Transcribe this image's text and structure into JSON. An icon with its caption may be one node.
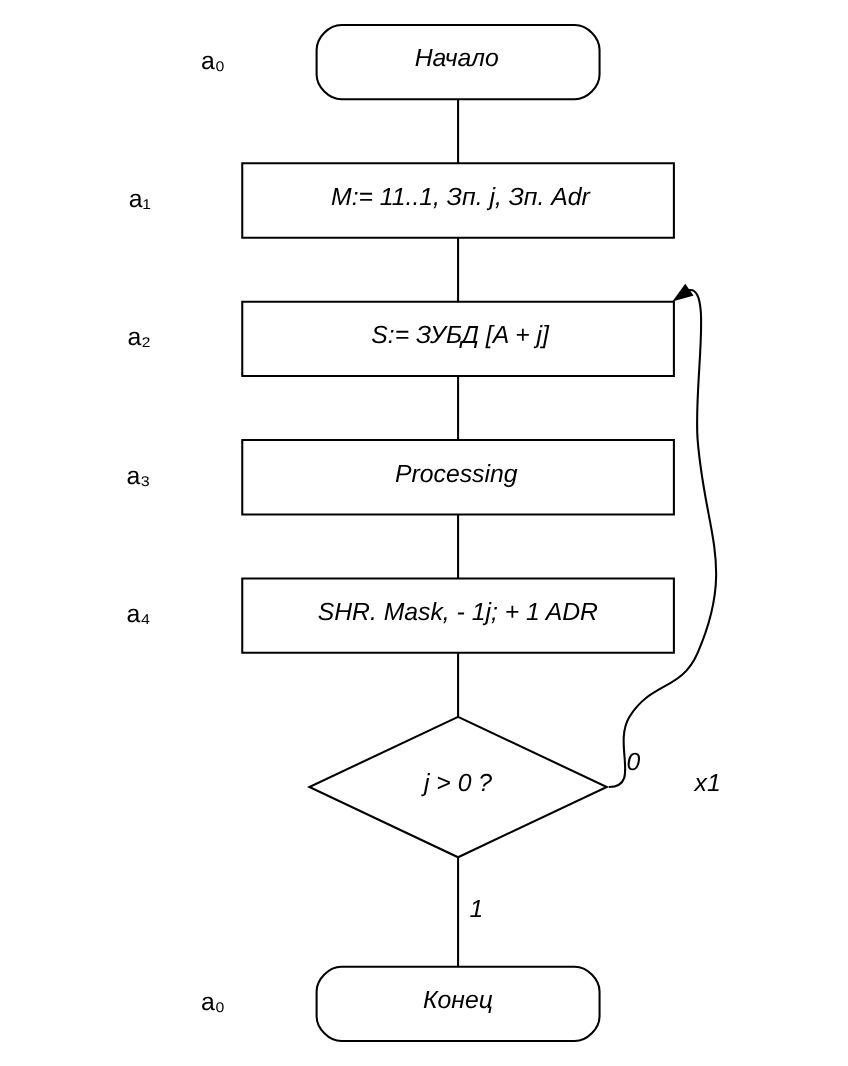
{
  "diagram": {
    "nodes": [
      {
        "text": [
          "Начало"
        ]
      },
      {
        "text": [
          "M:= 11..1, Зп. j, Зп. Adr"
        ]
      },
      {
        "text": [
          "S:= ЗУБД [A + j]"
        ]
      },
      {
        "text": [
          "Processing"
        ]
      },
      {
        "text": [
          "SHR. Mask, - 1j; + 1 ADR"
        ]
      },
      {
        "text": [
          "j > 0 ?"
        ]
      },
      {
        "text": [
          "Конец"
        ]
      }
    ],
    "edges": [
      {
        "from": 0,
        "to": 1,
        "arrow": "none"
      },
      {
        "from": 1,
        "to": 2,
        "arrow": "none"
      },
      {
        "from": 2,
        "to": 3,
        "arrow": "none"
      },
      {
        "from": 3,
        "to": 4,
        "arrow": "none"
      },
      {
        "from": 4,
        "to": 5,
        "arrow": "none"
      },
      {
        "from": 5,
        "to": 2,
        "arrow": "to",
        "label": "0"
      },
      {
        "from": 5,
        "to": 6,
        "arrow": "none",
        "label": "1"
      }
    ],
    "labels": [
      "a₀",
      "a₁",
      "a₂",
      "a₃",
      "a₄",
      "x1",
      "a₀"
    ]
  }
}
